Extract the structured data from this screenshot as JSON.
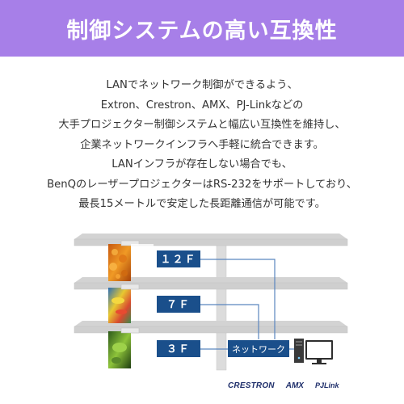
{
  "header": {
    "title": "制御システムの高い互換性",
    "background_color": "#a77fe8"
  },
  "description": {
    "lines": [
      "LANでネットワーク制御ができるよう、",
      "Extron、Crestron、AMX、PJ-Linkなどの",
      "大手プロジェクター制御システムと幅広い互換性を維持し、",
      "企業ネットワークインフラへ手軽に統合できます。",
      "LANインフラが存在しない場合でも、",
      "BenQのレーザープロジェクターはRS-232をサポートしており、",
      "最長15メートルで安定した長距離通信が可能です。"
    ]
  },
  "diagram": {
    "floors": [
      {
        "label": "１２Ｆ",
        "image": "orange-fruit-projection"
      },
      {
        "label": "７Ｆ",
        "image": "colorful-fish-projection"
      },
      {
        "label": "３Ｆ",
        "image": "green-leaf-projection"
      }
    ],
    "network_label": "ネットワーク",
    "floor_label_color": "#1a4f8b",
    "icons": [
      "pc-tower-icon",
      "monitor-icon"
    ]
  },
  "logos": {
    "crestron": "CRESTRON",
    "amx": "AMX",
    "pjlink": "PJLink"
  }
}
